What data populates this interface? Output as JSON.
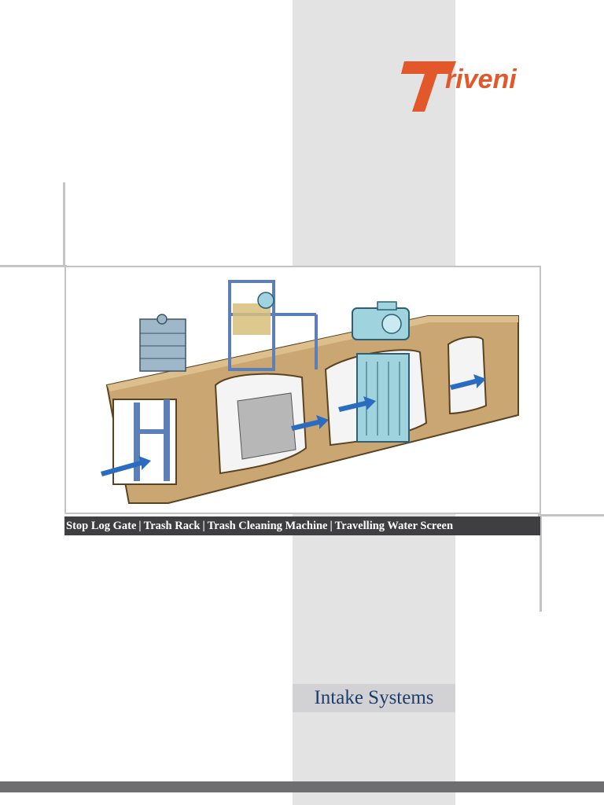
{
  "brand": {
    "name": "Triveni",
    "text_tail": "riveni",
    "color": "#e2582a"
  },
  "caption": {
    "items": [
      "Stop Log Gate",
      "Trash Rack",
      "Trash Cleaning Machine",
      "Travelling Water Screen"
    ],
    "separator": "|"
  },
  "title": "Intake Systems",
  "colors": {
    "band": "#e3e3e4",
    "concrete": "#c9a672",
    "equipment": "#9fd3de",
    "arrow": "#2a6cc0",
    "frame_steel": "#5d7fb8",
    "caption_bg": "#3f3f41",
    "title_text": "#1d3d6c"
  },
  "icons": [
    "flow-arrow-icon",
    "motor-icon",
    "cleaning-machine-frame-icon"
  ]
}
